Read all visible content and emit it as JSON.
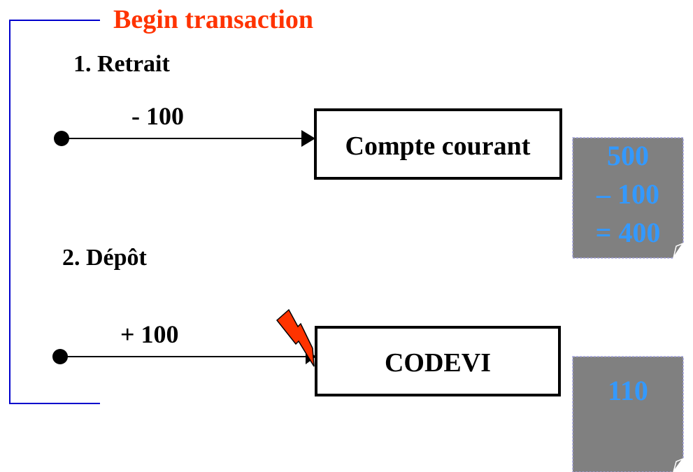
{
  "title": "Begin transaction",
  "steps": [
    {
      "label": "1. Retrait",
      "amount": "- 100",
      "account": "Compte courant"
    },
    {
      "label": "2. Dépôt",
      "amount": "+ 100",
      "account": "CODEVI"
    }
  ],
  "balances": [
    {
      "lines": [
        "500",
        "– 100",
        "= 400"
      ]
    },
    {
      "lines": [
        "110"
      ]
    }
  ],
  "colors": {
    "title": "#ff3300",
    "bracket": "#0000cc",
    "note_fill": "#808080",
    "note_text": "#3399ff",
    "lightning_fill": "#ff3300",
    "ink": "#000000"
  },
  "icons": {
    "failure": "lightning-icon"
  }
}
